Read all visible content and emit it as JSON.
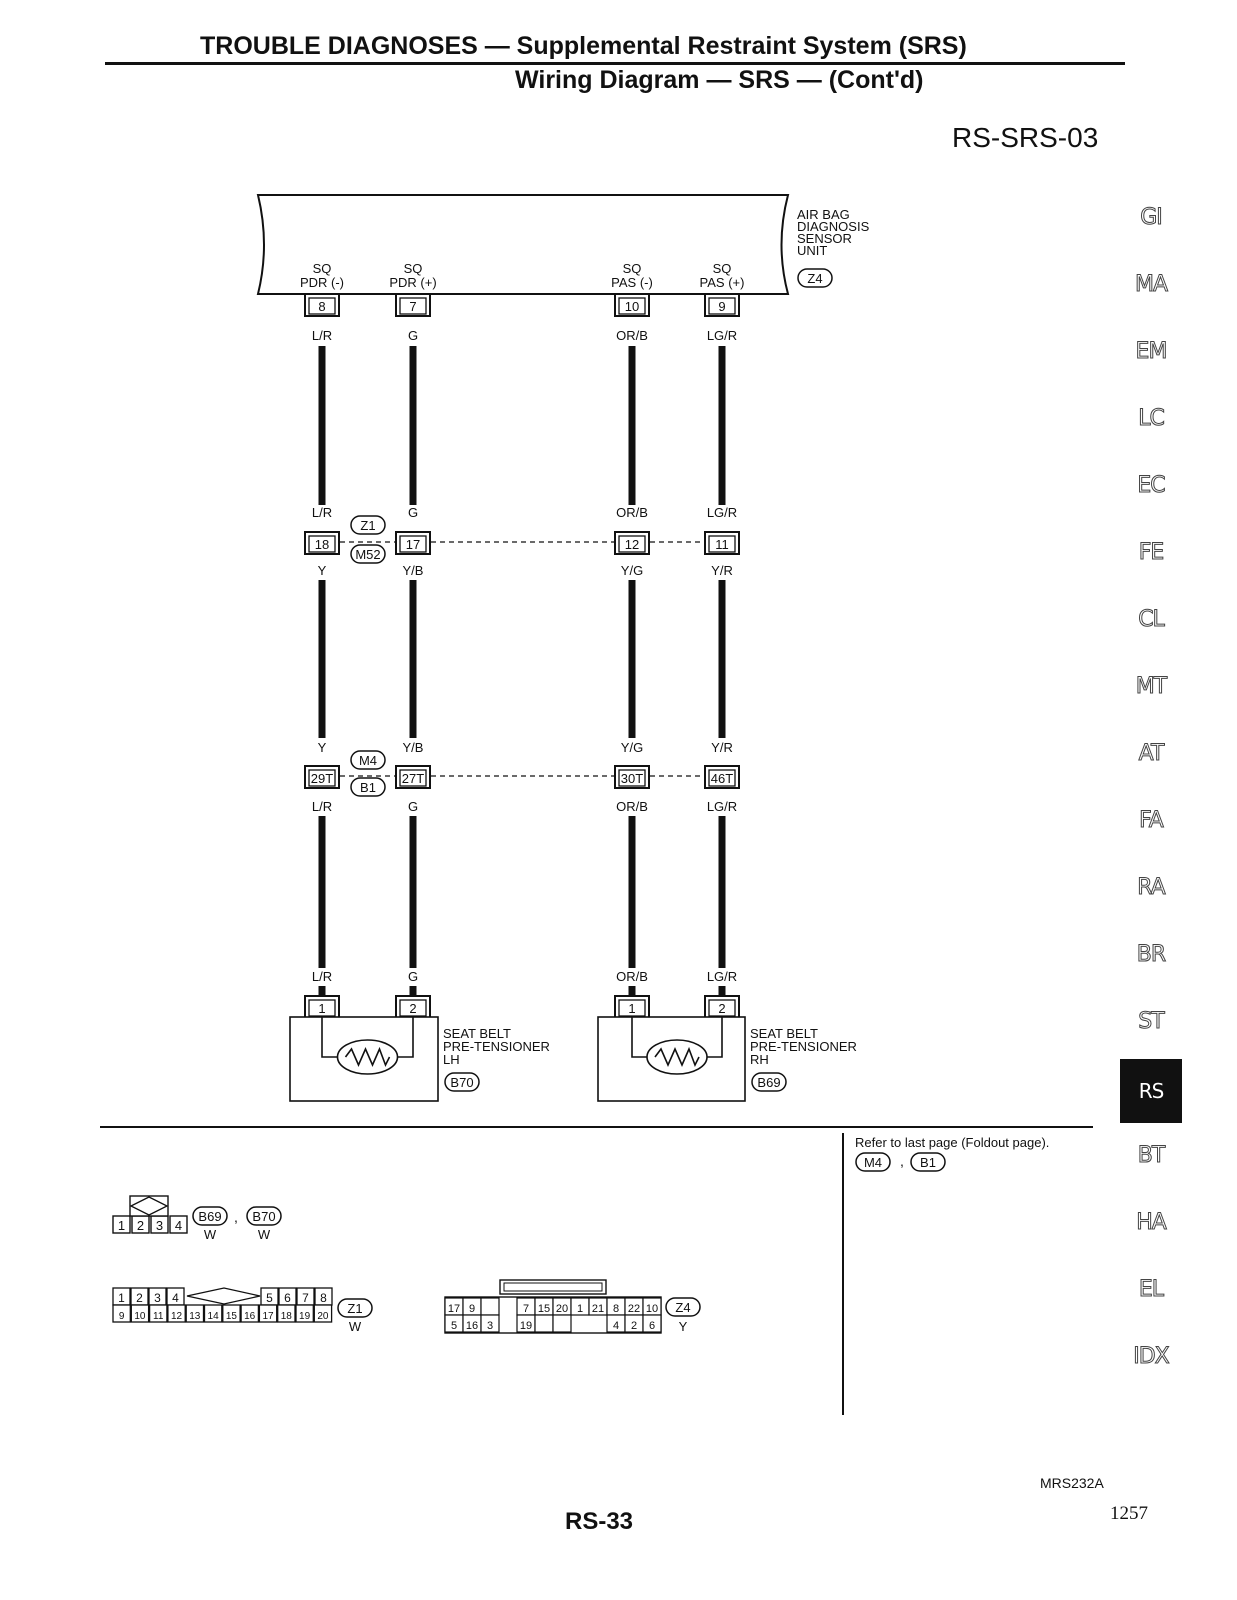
{
  "header": {
    "title": "TROUBLE DIAGNOSES — Supplemental Restraint System (SRS)",
    "subtitle": "Wiring Diagram — SRS — (Cont'd)",
    "diagram_code": "RS-SRS-03"
  },
  "unit": {
    "name_lines": [
      "AIR BAG",
      "DIAGNOSIS",
      "SENSOR",
      "UNIT"
    ],
    "connector": "Z4"
  },
  "circuits": [
    {
      "top_label": [
        "SQ",
        "PDR (-)"
      ],
      "unit_pin": "8",
      "w1": "L/R",
      "j1_pin": "18",
      "w2": "Y",
      "j2_pin": "29T",
      "w3": "L/R",
      "dev_pin": "1"
    },
    {
      "top_label": [
        "SQ",
        "PDR (+)"
      ],
      "unit_pin": "7",
      "w1": "G",
      "j1_pin": "17",
      "w2": "Y/B",
      "j2_pin": "27T",
      "w3": "G",
      "dev_pin": "2"
    },
    {
      "top_label": [
        "SQ",
        "PAS (-)"
      ],
      "unit_pin": "10",
      "w1": "OR/B",
      "j1_pin": "12",
      "w2": "Y/G",
      "j2_pin": "30T",
      "w3": "OR/B",
      "dev_pin": "1"
    },
    {
      "top_label": [
        "SQ",
        "PAS (+)"
      ],
      "unit_pin": "9",
      "w1": "LG/R",
      "j1_pin": "11",
      "w2": "Y/R",
      "j2_pin": "46T",
      "w3": "LG/R",
      "dev_pin": "2"
    }
  ],
  "junction1": {
    "upper": "Z1",
    "lower": "M52"
  },
  "junction2": {
    "upper": "M4",
    "lower": "B1"
  },
  "devices": [
    {
      "name_lines": [
        "SEAT BELT",
        "PRE-TENSIONER",
        "LH"
      ],
      "connector": "B70"
    },
    {
      "name_lines": [
        "SEAT BELT",
        "PRE-TENSIONER",
        "RH"
      ],
      "connector": "B69"
    }
  ],
  "connector_views": {
    "b69_b70": {
      "pins": [
        "1",
        "2",
        "3",
        "4"
      ],
      "ids": [
        "B69",
        "B70"
      ],
      "color": "W"
    },
    "z1": {
      "top_row": [
        "1",
        "2",
        "3",
        "4",
        "5",
        "6",
        "7",
        "8"
      ],
      "bottom_row": [
        "9",
        "10",
        "11",
        "12",
        "13",
        "14",
        "15",
        "16",
        "17",
        "18",
        "19",
        "20"
      ],
      "id": "Z1",
      "color": "W"
    },
    "z4": {
      "top_row": [
        "17",
        "9",
        "",
        "7",
        "15",
        "20",
        "1",
        "21",
        "8",
        "22",
        "10"
      ],
      "bottom_row": [
        "5",
        "16",
        "3",
        "19",
        "",
        "",
        "4",
        "2",
        "6"
      ],
      "id": "Z4",
      "color": "Y"
    }
  },
  "foldout_note": {
    "text": "Refer to last page (Foldout page).",
    "connectors": [
      "M4",
      "B1"
    ]
  },
  "side_tabs": [
    "GI",
    "MA",
    "EM",
    "LC",
    "EC",
    "FE",
    "CL",
    "MT",
    "AT",
    "FA",
    "RA",
    "BR",
    "ST",
    "RS",
    "BT",
    "HA",
    "EL",
    "IDX"
  ],
  "active_tab": "RS",
  "figure_id": "MRS232A",
  "page_number": "RS-33",
  "page_total": "1257"
}
